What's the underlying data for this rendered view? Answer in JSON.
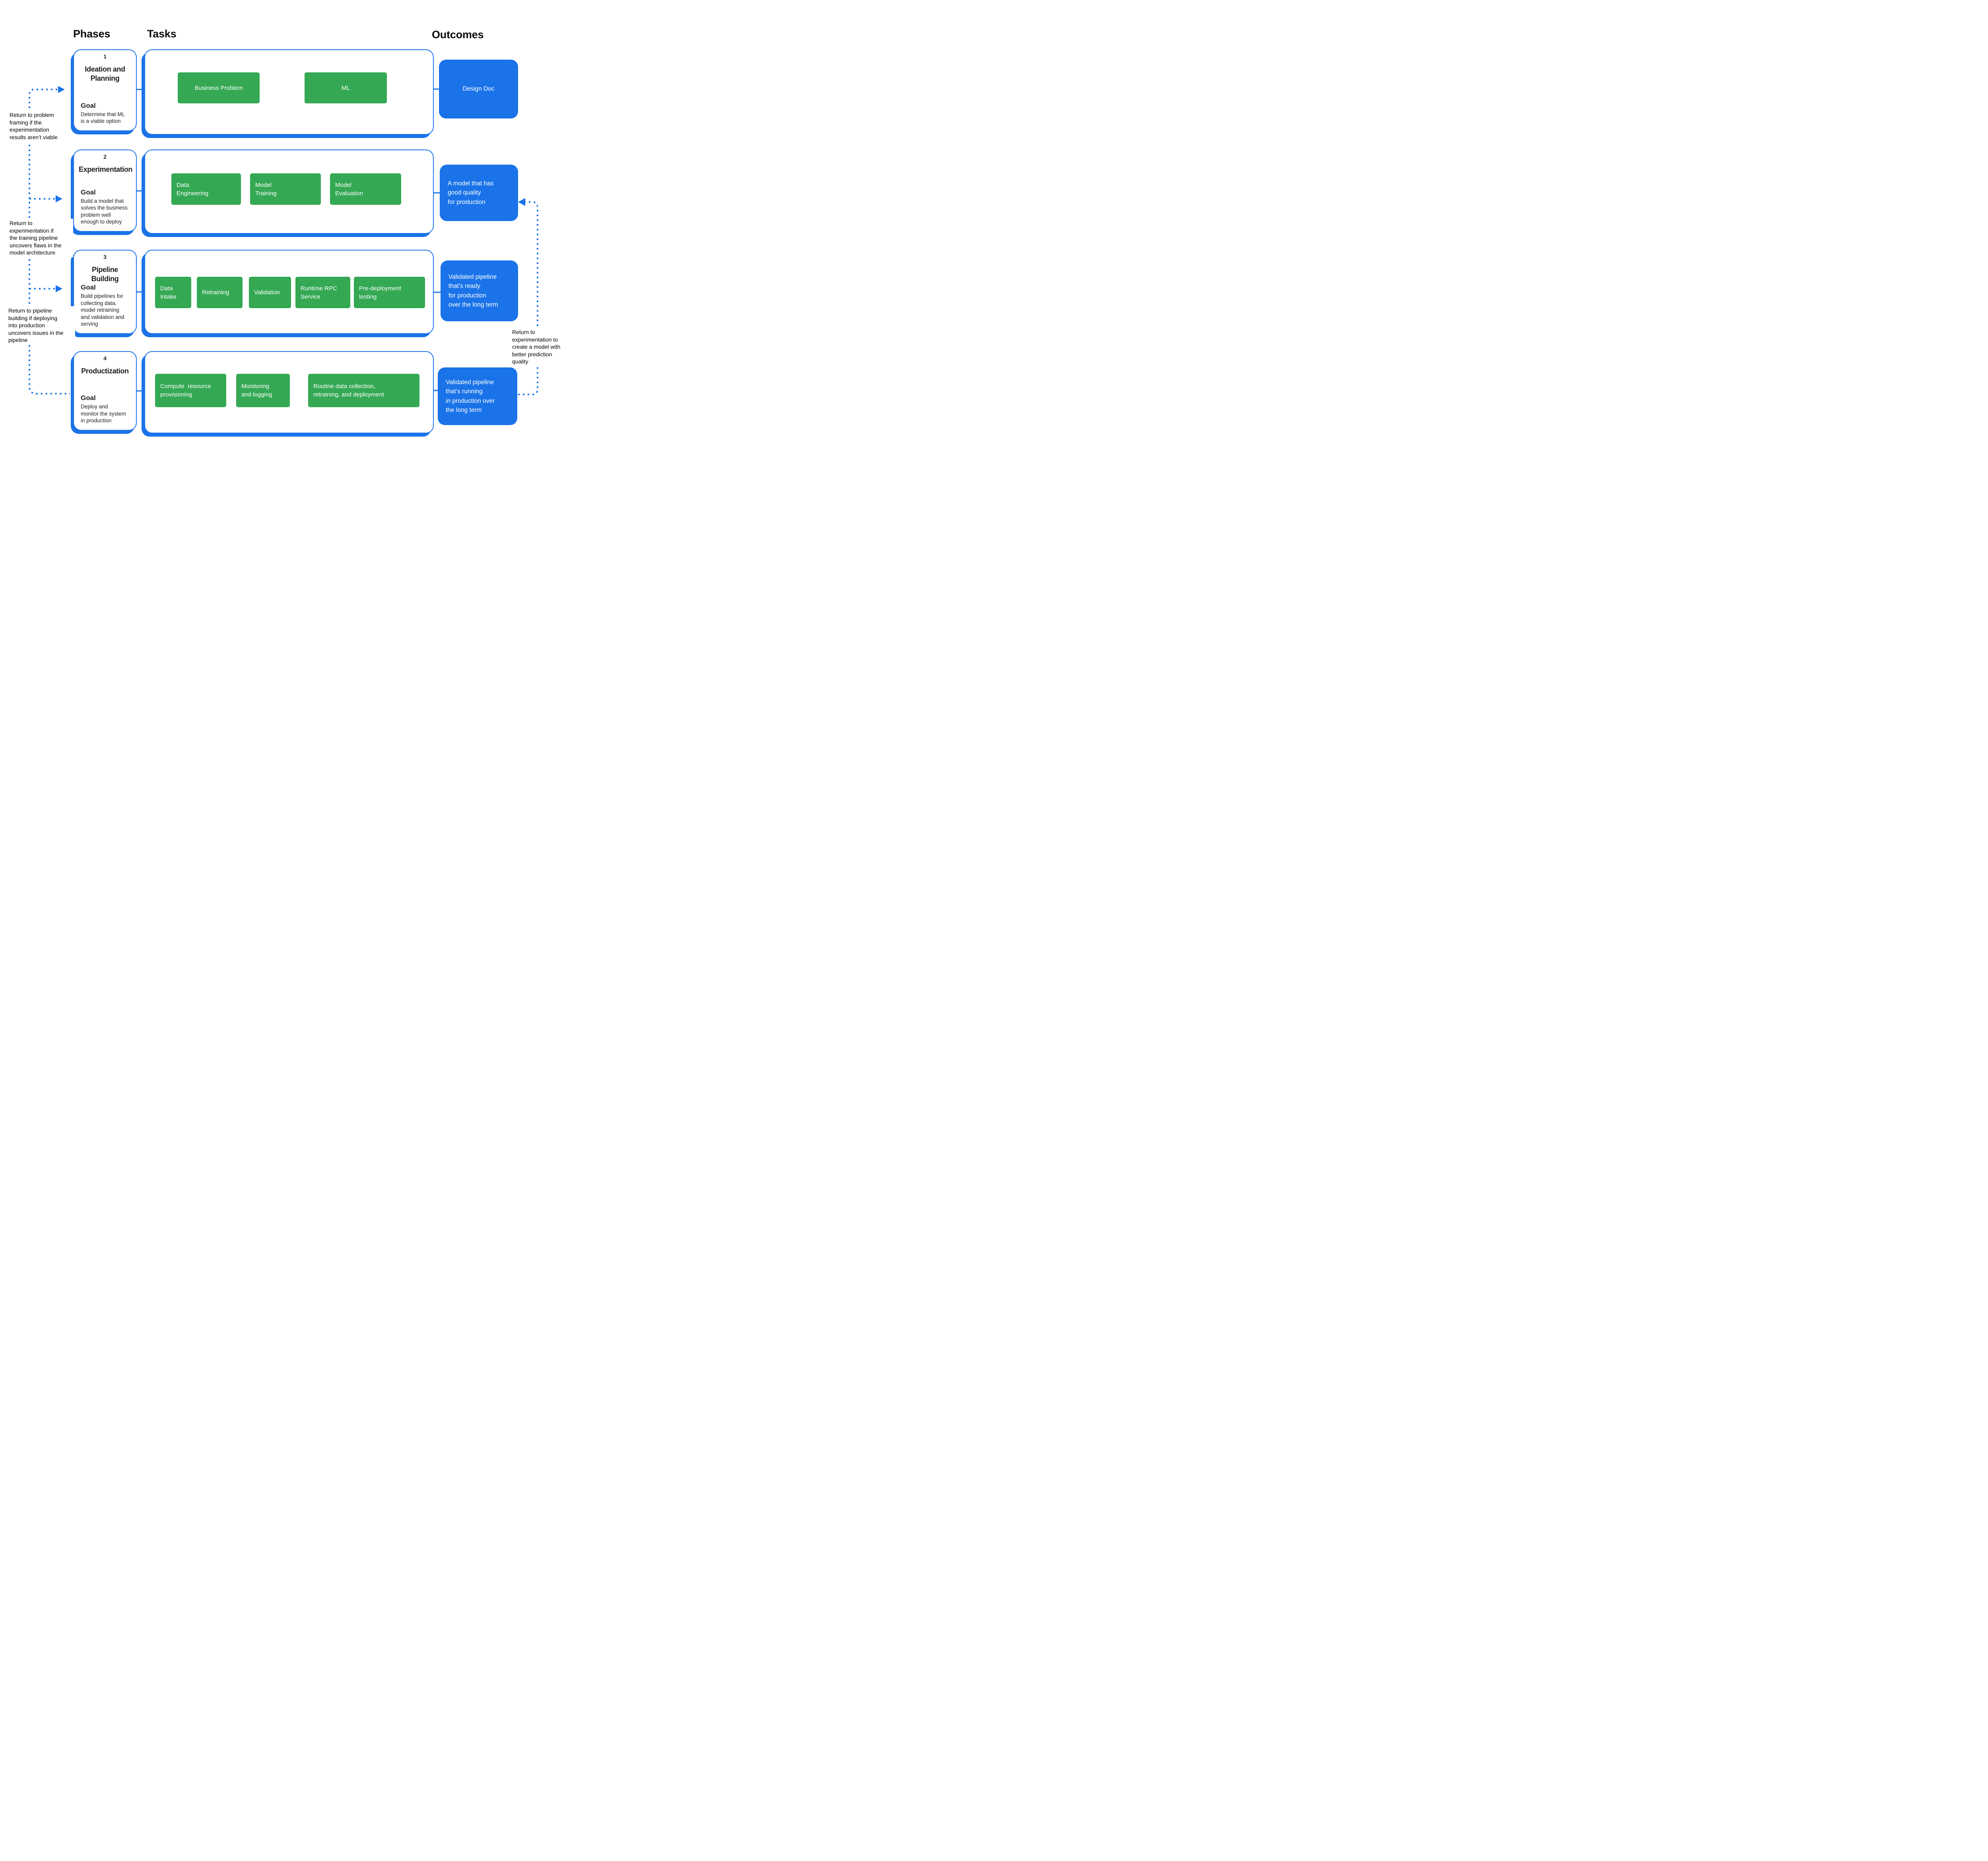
{
  "headers": {
    "phases": "Phases",
    "tasks": "Tasks",
    "outcomes": "Outcomes"
  },
  "phases": [
    {
      "number": "1",
      "title": "Ideation and\nPlanning",
      "goal_label": "Goal",
      "goal": "Determine that ML\nis a viable option"
    },
    {
      "number": "2",
      "title": "Experimentation",
      "goal_label": "Goal",
      "goal": "Build a model that\nsolves the business\nproblem well\nenough to deploy"
    },
    {
      "number": "3",
      "title": "Pipeline Building",
      "goal_label": "Goal",
      "goal": "Build pipelines for\ncollecting data,\nmodel retraining\nand validation and\nserving"
    },
    {
      "number": "4",
      "title": "Productization",
      "goal_label": "Goal",
      "goal": "Deploy and\nmonitor the system\nin production"
    }
  ],
  "tasks": {
    "row1": [
      "Business Problem",
      "ML"
    ],
    "row2": [
      "Data\nEngineering",
      "Model\nTraining",
      "Model\nEvaluation"
    ],
    "row3": [
      "Data\nIntake",
      "Retraining",
      "Validation",
      "Runtime RPC\nService",
      "Pre-deployment\ntesting"
    ],
    "row4": [
      "Compute  resource\nprovisioning",
      "Monitoring\nand logging",
      "Routine data collection,\nretraining, and deployment"
    ]
  },
  "outcomes": [
    "Design Doc",
    "A model that has\ngood quality\nfor production",
    "Validated pipeline\nthat’s ready\nfor production\nover the long term",
    "Validated pipeline\nthat’s running\nin production over\nthe long term"
  ],
  "annotations": {
    "left1": "Return to problem\nframing if the\nexperimentation\nresults aren’t viable",
    "left2": "Return to\nexperimentation if\nthe training pipeline\nuncovers flaws in the\nmodel architecture",
    "left3": "Return to pipeline\nbuilding if deploying\ninto production\nuncovers issues in the\npipeline",
    "right1": "Return to\nexperimentation to\ncreate a model with\nbetter prediction\nquality"
  },
  "colors": {
    "accent_blue": "#1a73e8",
    "task_green": "#34a853",
    "text_black": "#202124"
  }
}
